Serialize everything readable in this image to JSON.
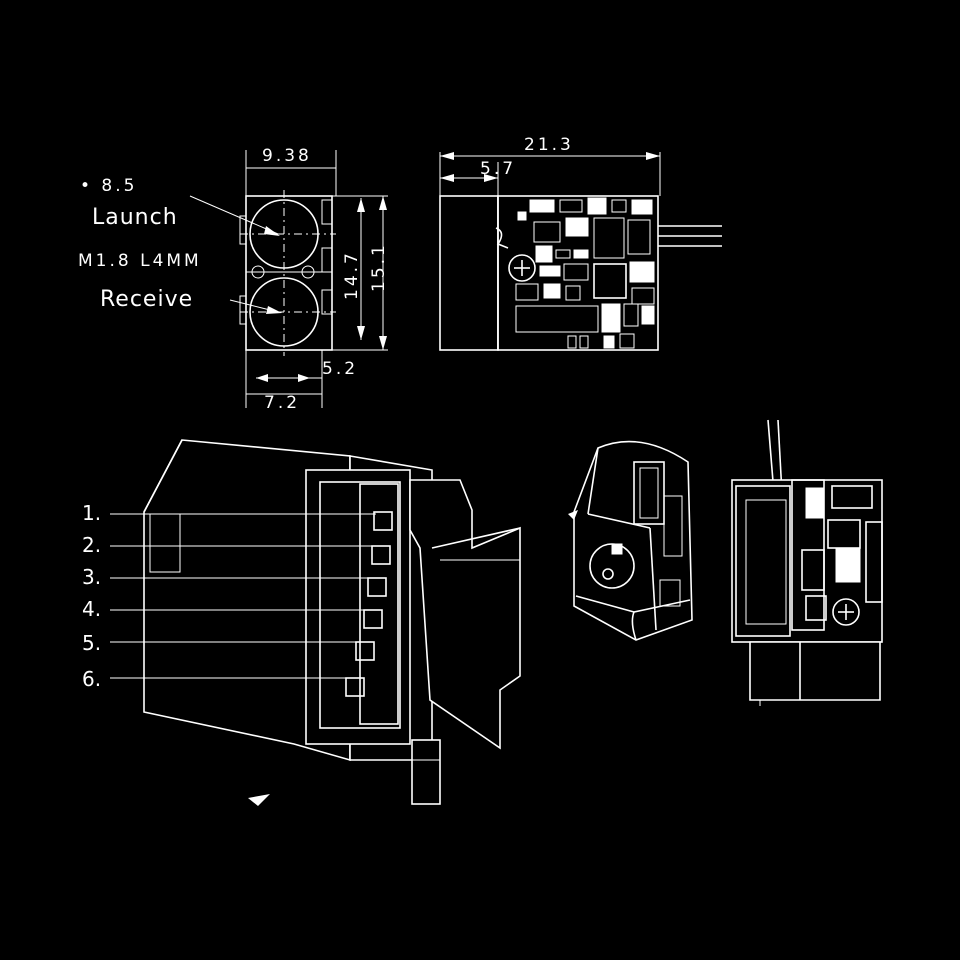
{
  "front_view": {
    "note_diameter": "• 8.5",
    "launch_label": "Launch",
    "fiber_label": "M1.8 L4MM",
    "receive_label": "Receive",
    "dim_top_width": "9.38",
    "dim_inner_height": "14.7",
    "dim_outer_height": "15.1",
    "dim_offset": "5.2",
    "dim_bottom_width": "7.2"
  },
  "side_view": {
    "dim_total_length": "21.3",
    "dim_nose_length": "5.7"
  },
  "pin_view": {
    "pins": [
      "1.",
      "2.",
      "3.",
      "4.",
      "5.",
      "6."
    ]
  },
  "colors": {
    "background": "#000000",
    "line": "#ffffff"
  }
}
